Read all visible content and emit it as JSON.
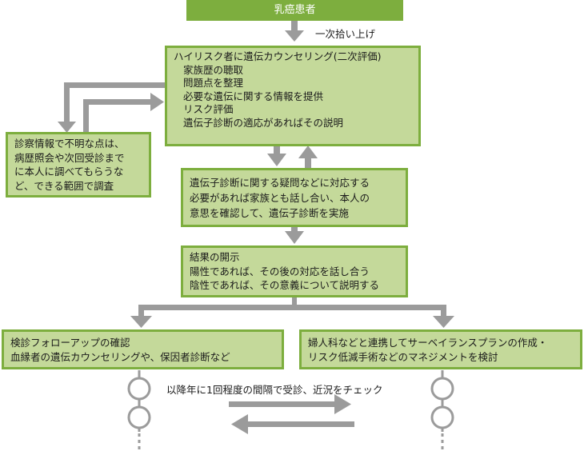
{
  "diagram": {
    "start_node": "乳癌患者",
    "first_pick_label": "一次拾い上げ",
    "high_risk_box": {
      "title": "ハイリスク者に遺伝カウンセリング(二次評価)",
      "items": [
        "家族歴の聴取",
        "問題点を整理",
        "必要な遺伝に関する情報を提供",
        "リスク評価",
        "遺伝子診断の適応があればその説明"
      ]
    },
    "side_box": {
      "lines": [
        "診察情報で不明な点は、",
        "病歴照会や次回受診まで",
        "に本人に調べてもらうな",
        "ど、できる範囲で調査"
      ]
    },
    "genetic_test_box": {
      "lines": [
        "遺伝子診断に関する疑問などに対応する",
        "必要があれば家族とも話し合い、本人の",
        "意思を確認して、遺伝子診断を実施"
      ]
    },
    "result_box": {
      "lines": [
        "結果の開示",
        "陽性であれば、その後の対応を話し合う",
        "陰性であれば、その意義について説明する"
      ]
    },
    "negative_branch_box": {
      "lines": [
        "検診フォローアップの確認",
        "血縁者の遺伝カウンセリングや、保因者診断など"
      ]
    },
    "positive_branch_box": {
      "lines": [
        "婦人科などと連携してサーベイランスプランの作成・",
        "リスク低減手術などのマネジメントを検討"
      ]
    },
    "followup_label": "以降年に1回程度の間隔で受診、近況をチェック"
  },
  "colors": {
    "box_fill": "#c4d99a",
    "box_border": "#7dae3e",
    "header_fill": "#7dae3e",
    "arrow": "#9b9b9b"
  }
}
